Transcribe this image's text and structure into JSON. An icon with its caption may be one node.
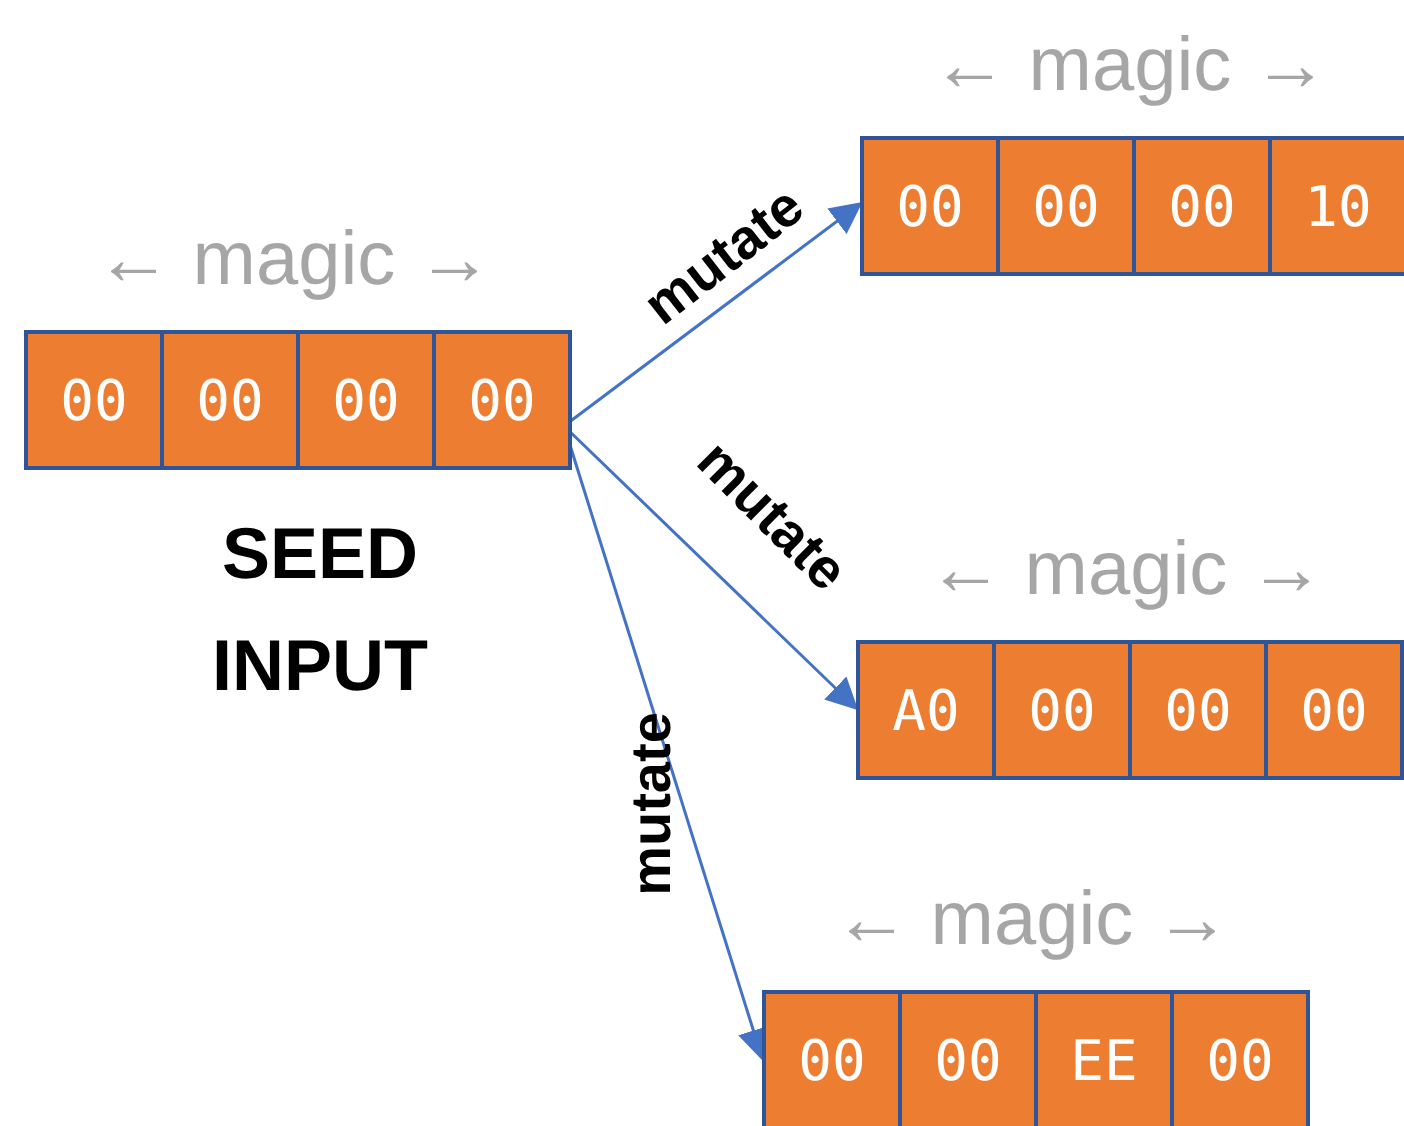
{
  "diagram": {
    "nodes": [
      {
        "text": [
          "← magic →"
        ],
        "beside": [
          "SEED INPUT"
        ]
      },
      {
        "text": [
          "00"
        ],
        "in": 0
      },
      {
        "text": [
          "00"
        ],
        "in": 0
      },
      {
        "text": [
          "00"
        ],
        "in": 0
      },
      {
        "text": [
          "00"
        ],
        "in": 0
      },
      {
        "text": [
          "← magic →"
        ]
      },
      {
        "text": [
          "00"
        ],
        "in": 5
      },
      {
        "text": [
          "00"
        ],
        "in": 5
      },
      {
        "text": [
          "00"
        ],
        "in": 5
      },
      {
        "text": [
          "10"
        ],
        "in": 5
      },
      {
        "text": [
          "← magic →"
        ]
      },
      {
        "text": [
          "A0"
        ],
        "in": 10
      },
      {
        "text": [
          "00"
        ],
        "in": 10
      },
      {
        "text": [
          "00"
        ],
        "in": 10
      },
      {
        "text": [
          "00"
        ],
        "in": 10
      },
      {
        "text": [
          "← magic →"
        ]
      },
      {
        "text": [
          "00"
        ],
        "in": 15
      },
      {
        "text": [
          "00"
        ],
        "in": 15
      },
      {
        "text": [
          "EE"
        ],
        "in": 15
      },
      {
        "text": [
          "00"
        ],
        "in": 15
      }
    ],
    "edges": [
      {
        "from": 0,
        "to": 5,
        "arrow": "to",
        "label": "mutate"
      },
      {
        "from": 0,
        "to": 10,
        "arrow": "to",
        "label": "mutate"
      },
      {
        "from": 0,
        "to": 15,
        "arrow": "to",
        "label": "mutate"
      }
    ]
  }
}
